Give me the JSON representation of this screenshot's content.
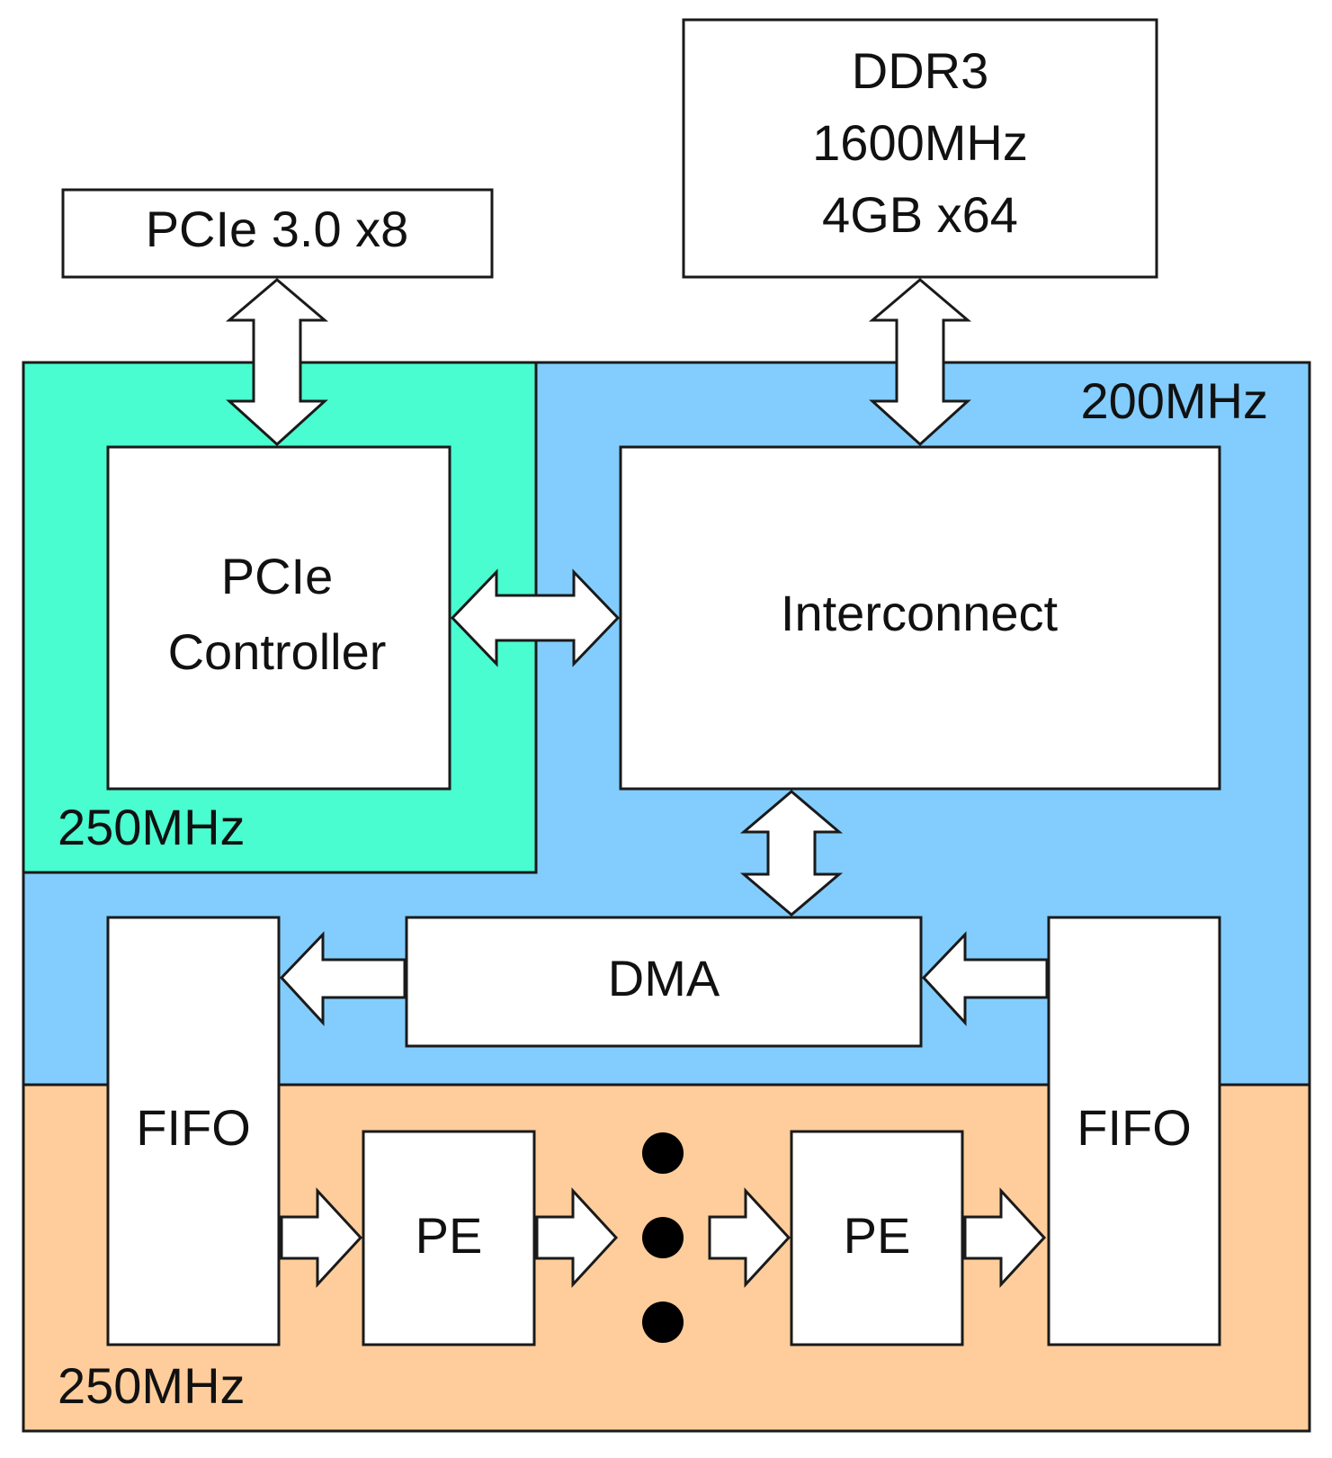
{
  "blocks": {
    "pcie_bus": "PCIe 3.0 x8",
    "ddr3_line1": "DDR3",
    "ddr3_line2": "1600MHz",
    "ddr3_line3": "4GB x64",
    "pcie_controller_line1": "PCIe",
    "pcie_controller_line2": "Controller",
    "interconnect": "Interconnect",
    "dma": "DMA",
    "fifo_left": "FIFO",
    "fifo_right": "FIFO",
    "pe_first": "PE",
    "pe_last": "PE"
  },
  "clock_domains": {
    "pcie": {
      "label": "250MHz",
      "color": "#4afdd0"
    },
    "main": {
      "label": "200MHz",
      "color": "#82cdfd"
    },
    "pe": {
      "label": "250MHz",
      "color": "#fecd9b"
    }
  }
}
